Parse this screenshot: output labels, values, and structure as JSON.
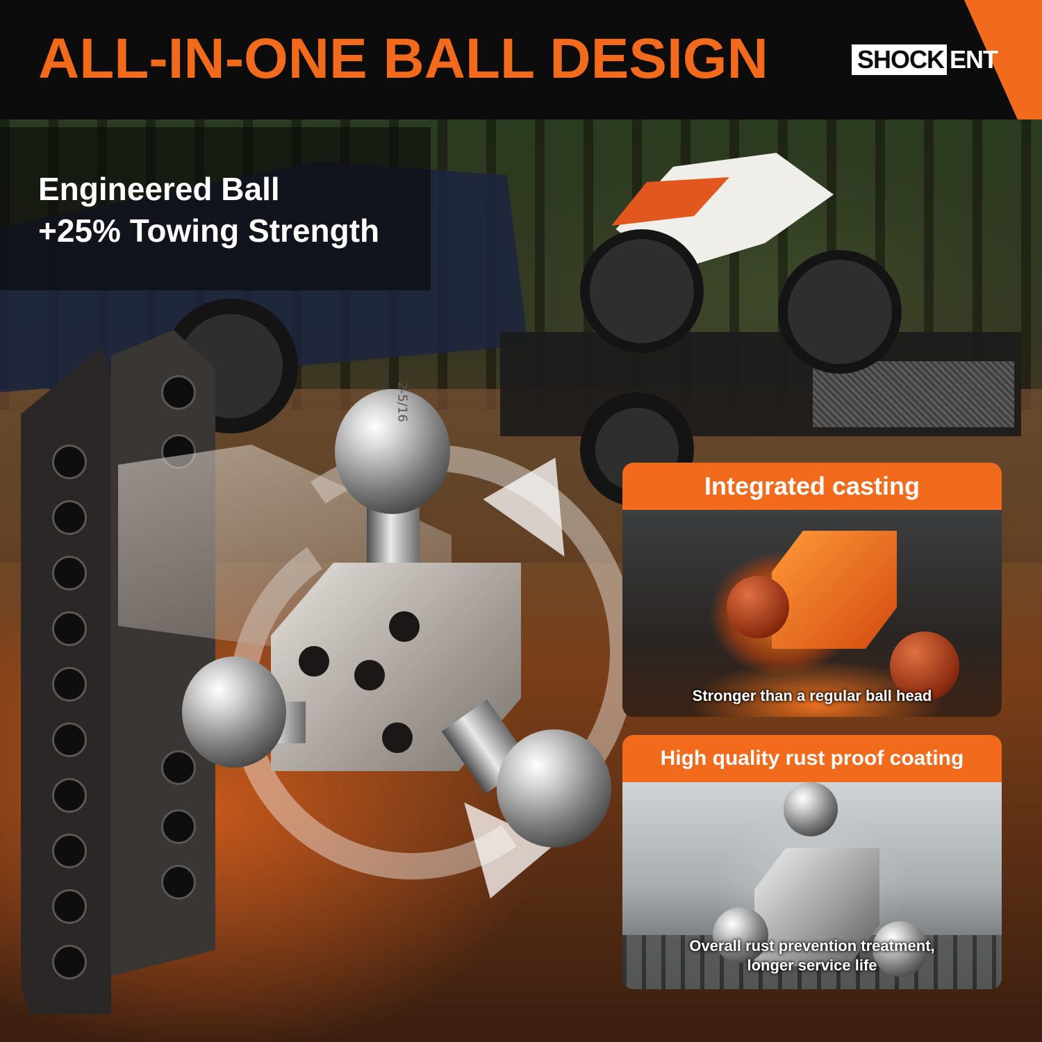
{
  "header": {
    "headline": "ALL-IN-ONE BALL DESIGN",
    "logo_part1": "SHOCK",
    "logo_part2": "ENT",
    "accent_color": "#f26a1b"
  },
  "strength_panel": {
    "line1": "Engineered Ball",
    "line2": "+25% Towing Strength"
  },
  "product": {
    "ball_marking": "2-5/16"
  },
  "features": [
    {
      "title": "Integrated casting",
      "caption": "Stronger than a regular ball head"
    },
    {
      "title": "High quality rust proof coating",
      "caption_line1": "Overall rust prevention treatment,",
      "caption_line2": "longer service life"
    }
  ]
}
